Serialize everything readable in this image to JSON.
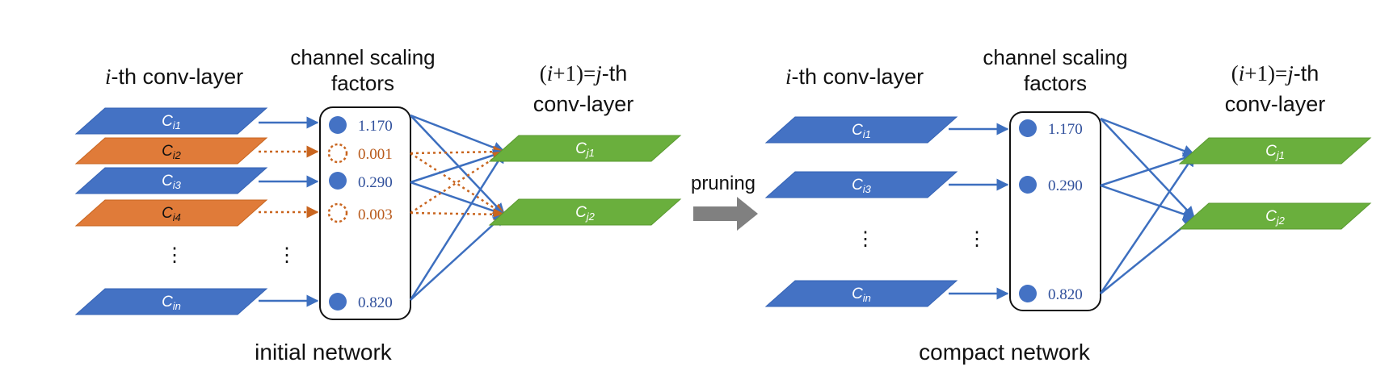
{
  "colors": {
    "blue": "#4472C4",
    "orange": "#E07B39",
    "green": "#6AAF3D",
    "pruned_value": "#B8591A",
    "kept_value": "#2F4F9B",
    "arrow_gray": "#808080"
  },
  "initial": {
    "layer_i_title": "i-th conv-layer",
    "layer_i_title_italic": "i",
    "layer_i_title_rest": "-th conv-layer",
    "scaling_title_line1": "channel scaling",
    "scaling_title_line2": "factors",
    "layer_j_title_line1_a": "(",
    "layer_j_title_line1_b": "i",
    "layer_j_title_line1_c": "+1)=",
    "layer_j_title_line1_d": "j",
    "layer_j_title_line1_e": "-th",
    "layer_j_title_line2": "conv-layer",
    "caption": "initial network",
    "input_maps": [
      {
        "label": "C",
        "sub": "i1",
        "pruned": false
      },
      {
        "label": "C",
        "sub": "i2",
        "pruned": true
      },
      {
        "label": "C",
        "sub": "i3",
        "pruned": false
      },
      {
        "label": "C",
        "sub": "i4",
        "pruned": true
      },
      {
        "label": "C",
        "sub": "in",
        "pruned": false
      }
    ],
    "factors": [
      "1.170",
      "0.001",
      "0.290",
      "0.003",
      "0.820"
    ],
    "output_maps": [
      {
        "label": "C",
        "sub": "j1"
      },
      {
        "label": "C",
        "sub": "j2"
      }
    ],
    "ellipsis": "⋮"
  },
  "middle": {
    "pruning_label": "pruning"
  },
  "compact": {
    "layer_i_title_italic": "i",
    "layer_i_title_rest": "-th conv-layer",
    "scaling_title_line1": "channel scaling",
    "scaling_title_line2": "factors",
    "layer_j_title_line1_a": "(",
    "layer_j_title_line1_b": "i",
    "layer_j_title_line1_c": "+1)=",
    "layer_j_title_line1_d": "j",
    "layer_j_title_line1_e": "-th",
    "layer_j_title_line2": "conv-layer",
    "caption": "compact network",
    "input_maps": [
      {
        "label": "C",
        "sub": "i1"
      },
      {
        "label": "C",
        "sub": "i3"
      },
      {
        "label": "C",
        "sub": "in"
      }
    ],
    "factors": [
      "1.170",
      "0.290",
      "0.820"
    ],
    "output_maps": [
      {
        "label": "C",
        "sub": "j1"
      },
      {
        "label": "C",
        "sub": "j2"
      }
    ],
    "ellipsis": "⋮"
  }
}
